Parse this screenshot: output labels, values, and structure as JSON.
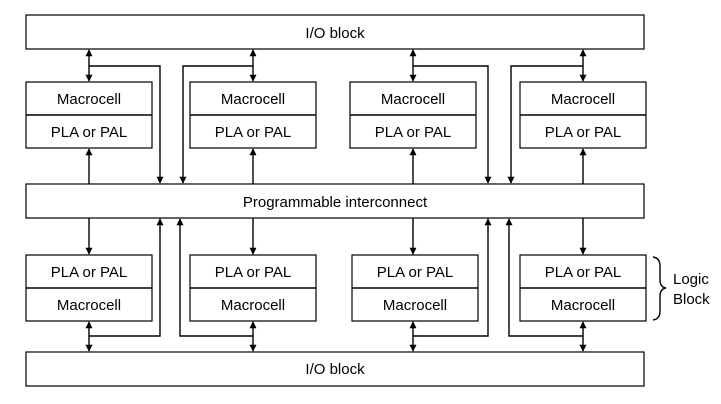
{
  "io_block_top": "I/O block",
  "io_block_bottom": "I/O block",
  "interconnect": "Programmable interconnect",
  "macrocell": "Macrocell",
  "pla_or_pal": "PLA or PAL",
  "logic_block_label": [
    "Logic",
    "Block"
  ]
}
